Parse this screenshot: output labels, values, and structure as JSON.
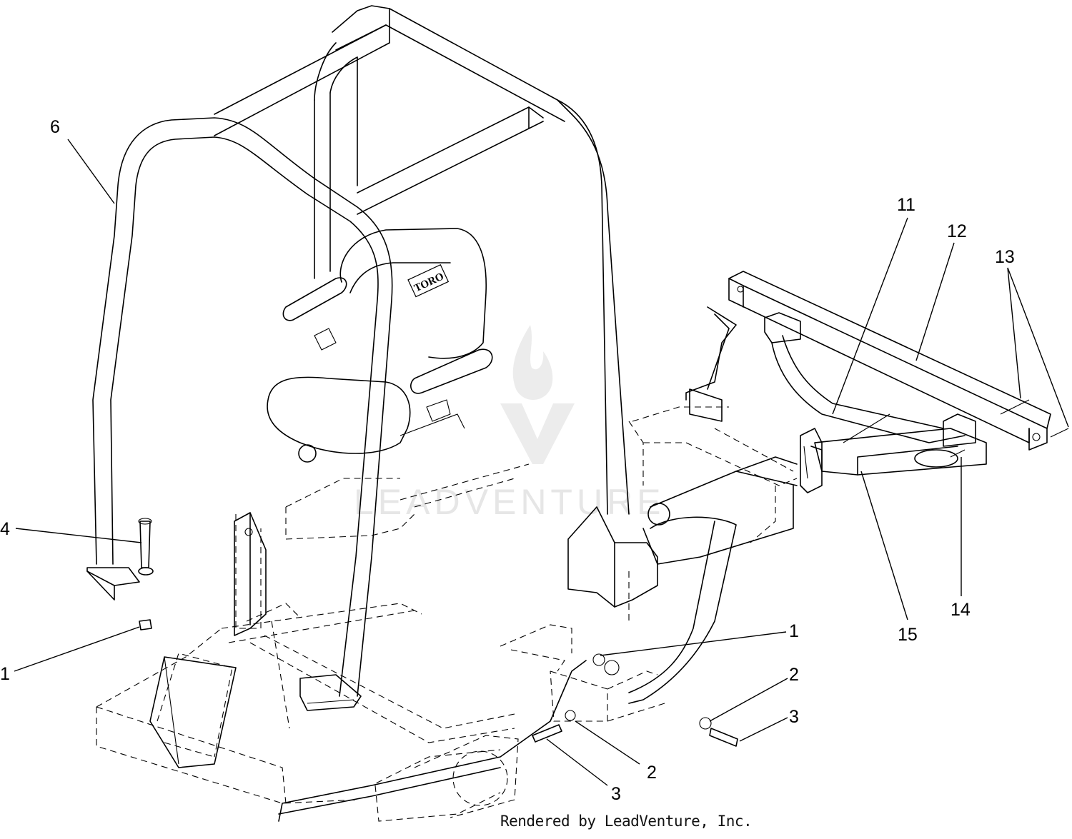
{
  "watermark": {
    "text": "LEADVENTURE"
  },
  "callouts": [
    {
      "id": "cl-6",
      "label": "6"
    },
    {
      "id": "cl-4",
      "label": "4"
    },
    {
      "id": "cl-1-left",
      "label": "1"
    },
    {
      "id": "cl-11",
      "label": "11"
    },
    {
      "id": "cl-12",
      "label": "12"
    },
    {
      "id": "cl-13",
      "label": "13"
    },
    {
      "id": "cl-14",
      "label": "14"
    },
    {
      "id": "cl-15",
      "label": "15"
    },
    {
      "id": "cl-1-right",
      "label": "1"
    },
    {
      "id": "cl-2-right",
      "label": "2"
    },
    {
      "id": "cl-3-right",
      "label": "3"
    },
    {
      "id": "cl-2-lower",
      "label": "2"
    },
    {
      "id": "cl-3-lower",
      "label": "3"
    }
  ],
  "seat_logo": "TORO",
  "footer": {
    "credit": "Rendered by LeadVenture, Inc."
  }
}
